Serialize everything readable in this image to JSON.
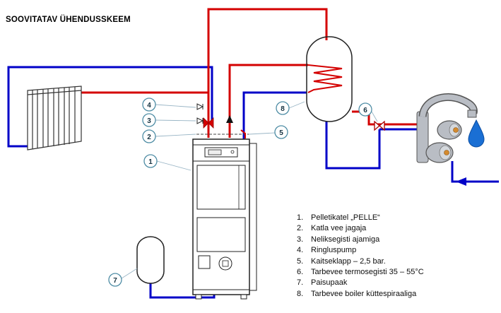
{
  "title": "SOOVITATAV ÜHENDUSSKEEM",
  "colors": {
    "hot_pipe": "#d40000",
    "cold_pipe": "#0000c8",
    "callout_stroke": "#4f8da5",
    "water_drop": "#1a6fd4"
  },
  "callouts": [
    "1",
    "2",
    "3",
    "4",
    "5",
    "6",
    "7",
    "8"
  ],
  "legend": {
    "items": [
      {
        "n": "1.",
        "t": "Pelletikatel „PELLE“"
      },
      {
        "n": "2.",
        "t": "Katla vee jagaja"
      },
      {
        "n": "3.",
        "t": "Neliksegisti ajamiga"
      },
      {
        "n": "4.",
        "t": "Ringluspump"
      },
      {
        "n": "5.",
        "t": "Kaitseklapp – 2,5 bar."
      },
      {
        "n": "6.",
        "t": "Tarbevee termosegisti 35 – 55°C"
      },
      {
        "n": "7.",
        "t": "Paisupaak"
      },
      {
        "n": "8.",
        "t": "Tarbevee boiler küttespiraaliga"
      }
    ]
  }
}
